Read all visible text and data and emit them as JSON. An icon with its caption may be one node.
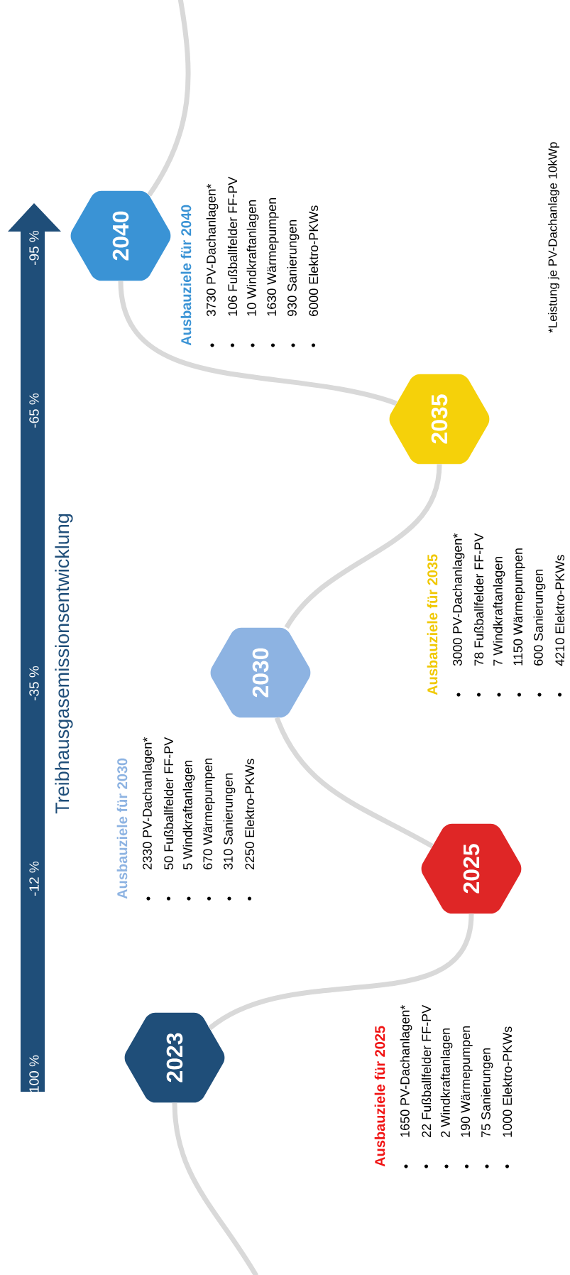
{
  "diagram": {
    "title": "Treibhausgasemissionsentwicklung",
    "nodes": [
      {
        "text": [
          "2023"
        ]
      },
      {
        "text": [
          "2025"
        ],
        "beside": [
          "Ausbauziele für 2025",
          "1650 PV-Dachanlagen*",
          "22 Fußballfelder FF-PV",
          "2 Windkraftanlagen",
          "190 Wärmepumpen",
          "75 Sanierungen",
          "1000 Elektro-PKWs"
        ]
      },
      {
        "text": [
          "2030"
        ],
        "beside": [
          "Ausbauziele für 2030",
          "2330 PV-Dachanlagen*",
          "50 Fußballfelder FF-PV",
          "5 Windkraftanlagen",
          "670 Wärmepumpen",
          "310 Sanierungen",
          "2250 Elektro-PKWs"
        ]
      },
      {
        "text": [
          "2035"
        ],
        "beside": [
          "Ausbauziele für 2035",
          "3000 PV-Dachanlagen*",
          "78 Fußballfelder FF-PV",
          "7 Windkraftanlagen",
          "1150 Wärmepumpen",
          "600 Sanierungen",
          "4210 Elektro-PKWs"
        ]
      },
      {
        "text": [
          "2040"
        ],
        "beside": [
          "Ausbauziele für 2040",
          "3730 PV-Dachanlagen*",
          "106 Fußballfelder FF-PV",
          "10 Windkraftanlagen",
          "1630 Wärmepumpen",
          "930 Sanierungen",
          "6000 Elektro-PKWs"
        ]
      }
    ],
    "edges": [
      {
        "from": null,
        "to": 0,
        "arrow": "none"
      },
      {
        "from": 0,
        "to": 1,
        "arrow": "none"
      },
      {
        "from": 1,
        "to": 2,
        "arrow": "none"
      },
      {
        "from": 2,
        "to": 3,
        "arrow": "none"
      },
      {
        "from": 3,
        "to": 4,
        "arrow": "none"
      },
      {
        "from": 4,
        "to": null,
        "arrow": "none"
      }
    ],
    "labels": [
      "100 %",
      "-12 %",
      "-35 %",
      "-65 %",
      "-95 %",
      "*Leistung je PV-Dachanlage 10kWp"
    ]
  }
}
